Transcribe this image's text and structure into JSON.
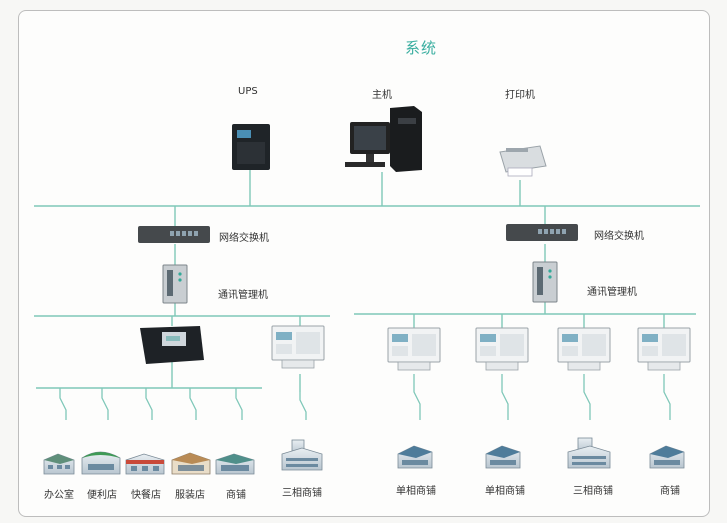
{
  "title": "系统",
  "top_devices": {
    "ups": "UPS",
    "host": "主机",
    "printer": "打印机"
  },
  "left_branch": {
    "switch": "网络交换机",
    "manager": "通讯管理机"
  },
  "right_branch": {
    "switch": "网络交换机",
    "manager": "通讯管理机"
  },
  "left_buildings": [
    "办公室",
    "便利店",
    "快餐店",
    "服装店",
    "商铺"
  ],
  "left_meter_building": "三相商铺",
  "right_buildings": [
    "单相商铺",
    "单相商铺",
    "三相商铺",
    "商铺"
  ],
  "colors": {
    "line": "#7fc8b8",
    "title": "#3aaea0"
  }
}
